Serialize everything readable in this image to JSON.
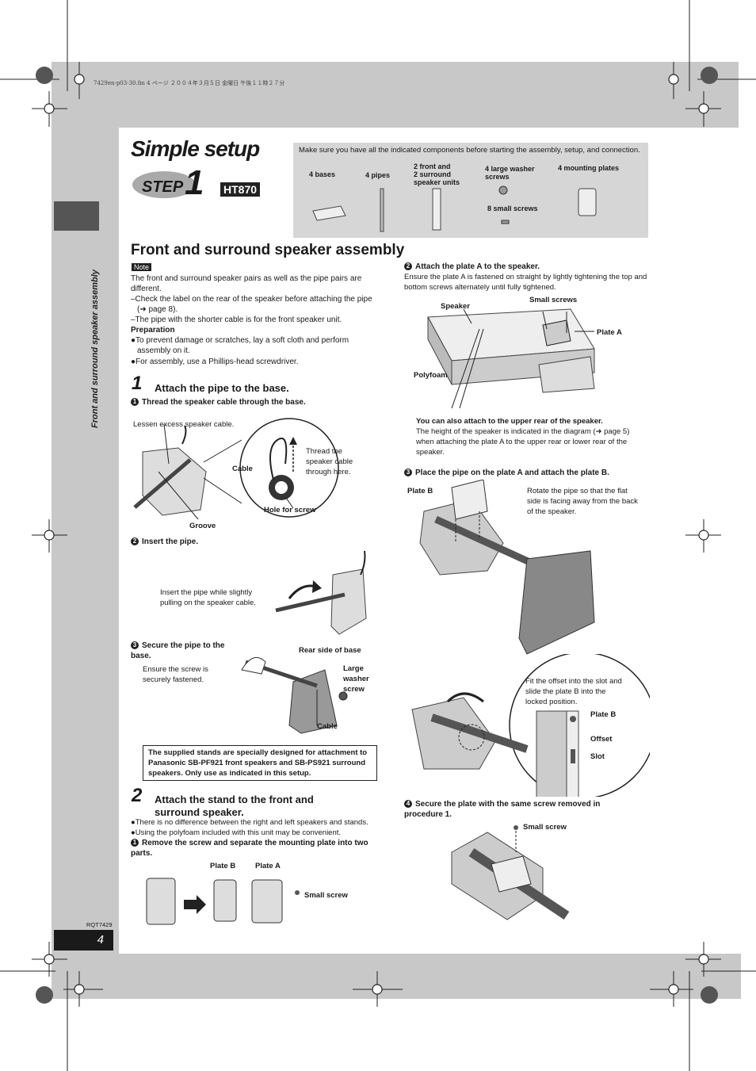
{
  "header_meta": "7429en-p03-30.fm  4 ページ  ２００４年３月５日  金曜日  午後１１時２７分",
  "side_label": "Front and surround speaker assembly",
  "title": "Simple setup",
  "step": {
    "word": "STEP",
    "number": "1",
    "model": "HT870"
  },
  "components": {
    "intro": "Make sure you have all the indicated components before starting the assembly, setup, and connection.",
    "items": [
      "4 bases",
      "4 pipes",
      "2 front and\n2 surround\nspeaker units",
      "4 large washer\nscrews",
      "4 mounting plates"
    ],
    "small_screws": "8 small screws"
  },
  "section_title": "Front and surround speaker assembly",
  "note": {
    "badge": "Note",
    "text": "The front and surround speaker pairs as well as the pipe pairs are different.",
    "dash1": "–Check the label on the rear of the speaker before attaching the pipe (➜ page 8).",
    "dash2": "–The pipe with the shorter cable is for the front speaker unit.",
    "prep_title": "Preparation",
    "prep1": "●To prevent damage or scratches, lay a soft cloth and perform assembly on it.",
    "prep2": "●For assembly, use a Phillips-head screwdriver."
  },
  "step1": {
    "num": "1",
    "title": "Attach the pipe to the base.",
    "sub1": "Thread the speaker cable through the base.",
    "lessen": "Lessen excess speaker cable.",
    "cable": "Cable",
    "thread": "Thread the speaker cable through here.",
    "hole": "Hole for screw",
    "groove": "Groove",
    "sub2": "Insert the pipe.",
    "insert_note": "Insert the pipe while slightly pulling on the speaker cable.",
    "sub3": "Secure the pipe to the base.",
    "secure_note": "Ensure the screw is securely fastened.",
    "rear": "Rear side of base",
    "large": "Large washer screw",
    "cable2": "Cable",
    "warning": "The supplied stands are specially designed for attachment to Panasonic SB-PF921 front speakers and SB-PS921 surround speakers. Only use as indicated in this setup."
  },
  "step2": {
    "num": "2",
    "title": "Attach the stand to the front and surround speaker.",
    "bullet1": "●There is no difference between the right and left speakers and stands.",
    "bullet2": "●Using the polyfoam included with this unit may be convenient.",
    "sub1": "Remove the screw and separate the mounting plate into two parts.",
    "plate_b": "Plate B",
    "plate_a": "Plate A",
    "small_screw": "Small screw"
  },
  "right": {
    "sub2": "Attach the plate A to the speaker.",
    "sub2_text": "Ensure the plate A is fastened on straight by lightly tightening the top and bottom screws alternately until fully tightened.",
    "speaker": "Speaker",
    "small_screws": "Small screws",
    "plate_a": "Plate A",
    "polyfoam": "Polyfoam",
    "upper_title": "You can also attach to the upper rear of the speaker.",
    "upper_text": "The height of the speaker is indicated in the diagram (➜ page 5) when attaching the plate A to the upper rear or lower rear of the speaker.",
    "sub3": "Place the pipe on the plate A and attach the plate B.",
    "plate_b": "Plate B",
    "rotate": "Rotate the pipe so that the flat side is facing away from the back of the speaker.",
    "fit": "Fit the offset into the slot and slide the plate B into the locked position.",
    "plate_b2": "Plate B",
    "offset": "Offset",
    "slot": "Slot",
    "sub4": "Secure the plate with the same screw removed in procedure 1.",
    "small_screw": "Small screw"
  },
  "footer": {
    "code": "RQT7429",
    "page": "4"
  }
}
